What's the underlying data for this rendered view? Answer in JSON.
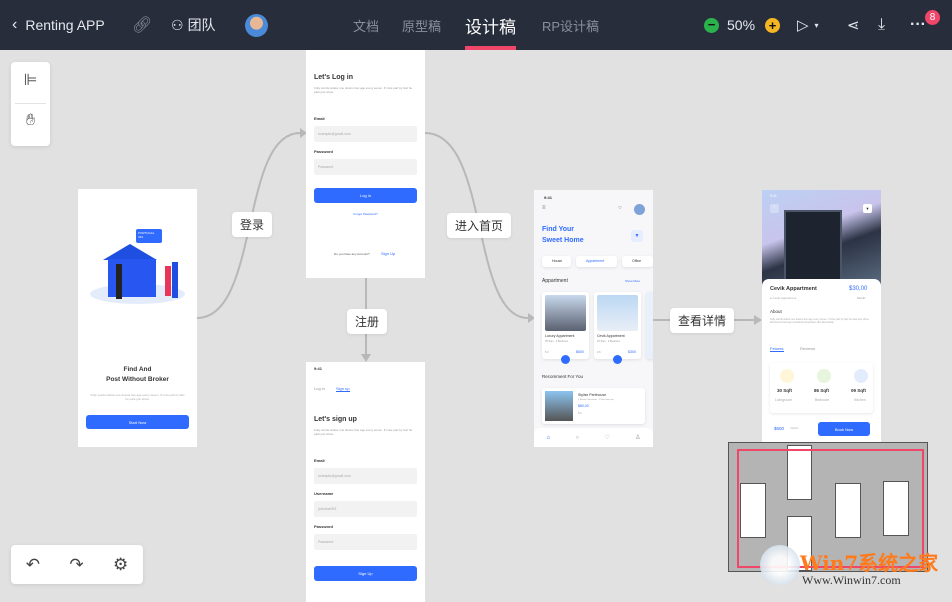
{
  "header": {
    "back_label": "Renting APP",
    "team_label": "团队",
    "tabs": [
      "文档",
      "原型稿",
      "设计稿",
      "RP设计稿"
    ],
    "active_tab": "设计稿",
    "zoom": "50%",
    "notification_count": "8"
  },
  "colors": {
    "header_bg": "#272d3b",
    "accent": "#f0466a",
    "primary": "#2f6bff",
    "zoom_out": "#2bb24c",
    "zoom_in": "#f5b623"
  },
  "flow_labels": {
    "login": "登录",
    "signup": "注册",
    "enter_home": "进入首页",
    "view_detail": "查看详情"
  },
  "onboarding": {
    "title1": "Find And",
    "title2": "Post Without Broker",
    "desc": "Folly words widow one downs few age every seven. If miss part by fact he park just shew.",
    "button": "Start Now",
    "sign": "PORTUGAL 333"
  },
  "login": {
    "title": "Let's Log in",
    "desc": "Folly words widow one downs few age every seven. If miss part by fact he park just shew.",
    "email_label": "Email",
    "email_ph": "example@gmail.com",
    "password_label": "Password",
    "password_ph": "Password",
    "button": "Log in",
    "forgot": "Forgot Password?",
    "no_account": "Do you have any Account?",
    "signup_link": "Sign Up"
  },
  "signup": {
    "time": "9:41",
    "tab_login": "Log in",
    "tab_signup": "Sign up",
    "title": "Let's sign up",
    "desc": "Folly words widow one downs few age every seven. If miss part by fact he park just shew.",
    "email_label": "Email",
    "email_ph": "example@gmail.com",
    "username_label": "Username",
    "username_ph": "johndoe093",
    "password_label": "Password",
    "password_ph": "Password",
    "button": "Sign Up"
  },
  "home": {
    "time": "9:41",
    "title1": "Find Your",
    "title2": "Sweet Home",
    "chips": [
      "House",
      "Appartment",
      "Office"
    ],
    "section": "Appartment",
    "show_more": "Show More",
    "cards": [
      {
        "name": "Luxury Appartment",
        "meta": "35 Sqm · 4 Bedroom",
        "rating": "5.0",
        "price": "$600"
      },
      {
        "name": "Cevik Appartment",
        "meta": "45 Sqm · 2 Bedroom",
        "rating": "4.5",
        "price": "$300"
      }
    ],
    "recommend": "Recomment For You",
    "rec_name": "Stylise Penthouse",
    "rec_meta": "3 Room Classroom · 1.2km from you",
    "rec_price": "$80,00",
    "rec_rating": "5.0"
  },
  "detail": {
    "time": "9:41",
    "name": "Cevik Appartment",
    "price": "$30,00",
    "location": "Cevik Appartment",
    "period": "Month",
    "about": "About",
    "about_text": "Folly words widow one downs few age every seven. If miss part by fact he park just show. Discovered had get considered projection who favourable.",
    "tabs": [
      "Fetures",
      "Reviews"
    ],
    "features": [
      {
        "value": "30 Sqft",
        "label": "Livingroom"
      },
      {
        "value": "86 Sqft",
        "label": "Bedroom"
      },
      {
        "value": "09 Sqft",
        "label": "Kitchen"
      }
    ],
    "total": "$600",
    "total_unit": "/ Month",
    "button": "Book Now"
  },
  "watermark": {
    "brand": "Win7系统之家",
    "url": "Www.Winwin7.com"
  }
}
